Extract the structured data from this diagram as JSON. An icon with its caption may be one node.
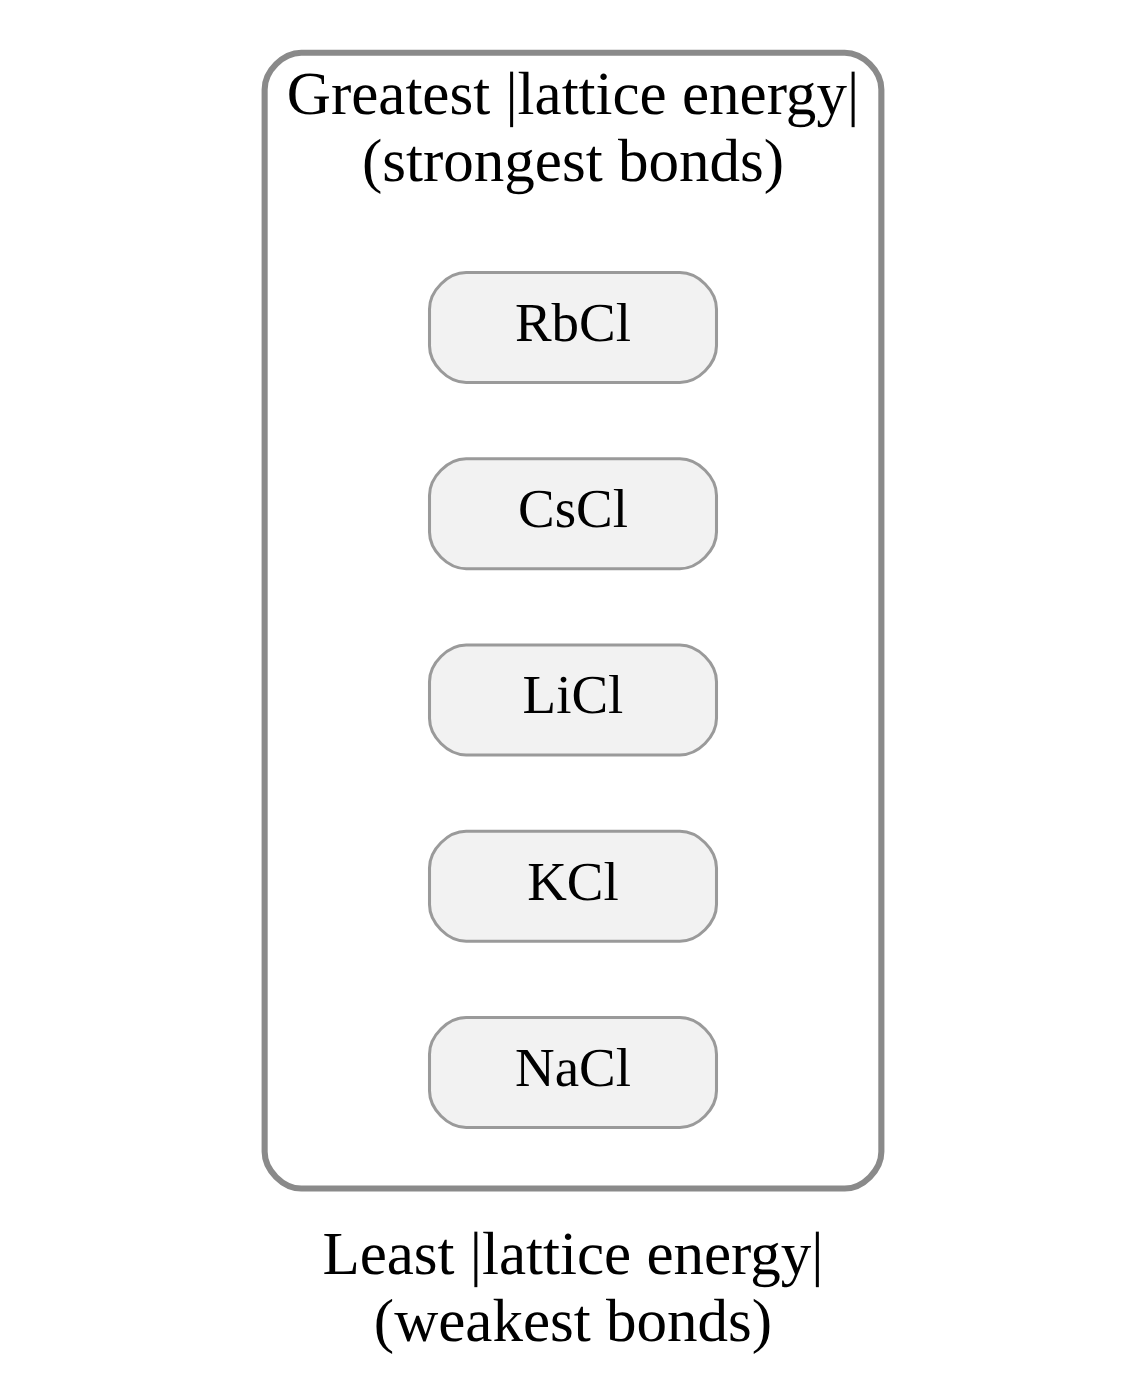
{
  "diagram": {
    "nodes": [
      {
        "text": [
          "Greatest |lattice energy| (strongest bonds)"
        ]
      },
      {
        "text": [
          "RbCl"
        ],
        "in": 0
      },
      {
        "text": [
          "CsCl"
        ],
        "in": 0
      },
      {
        "text": [
          "LiCl"
        ],
        "in": 0
      },
      {
        "text": [
          "KCl"
        ],
        "in": 0
      },
      {
        "text": [
          "NaCl"
        ],
        "in": 0
      }
    ],
    "edges": [],
    "labels": [
      "Least |lattice energy| (weakest bonds)"
    ]
  }
}
